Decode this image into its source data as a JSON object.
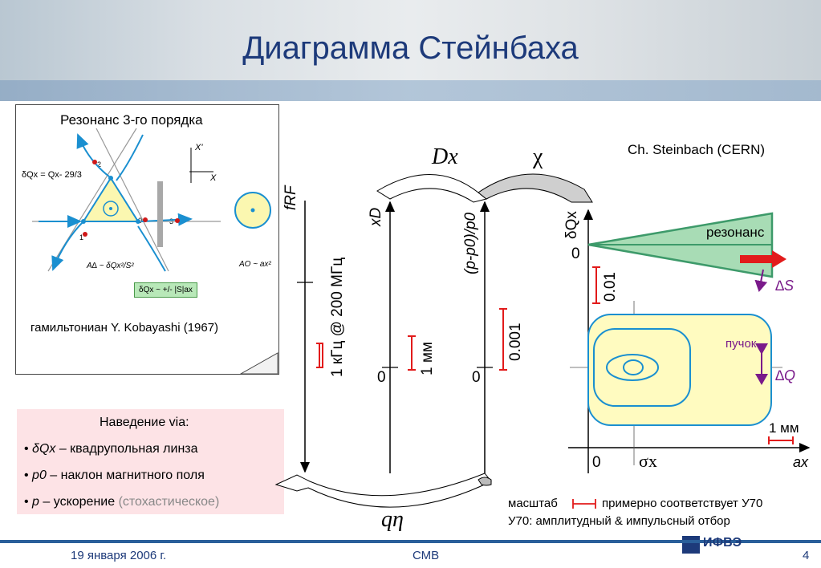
{
  "header": {
    "title": "Диаграмма Стейнбаха"
  },
  "inset": {
    "title": "Резонанс 3-го порядка",
    "eq_dq": "δQx = Qx- 29/3",
    "axis_xp": "X'",
    "axis_x": "X",
    "area_delta": "A∆ ~ δQx²/S²",
    "area_o": "AO ~ ax²",
    "box": "δQx ~ +/- |S|ax",
    "points": [
      "1",
      "2",
      "0",
      "3"
    ],
    "caption": "гамильтониан Y. Kobayashi (1967)"
  },
  "guidance": {
    "title": "Наведение via:",
    "items": [
      {
        "sym": "δQx",
        "text": " – квадрупольная линза"
      },
      {
        "sym": "p0",
        "text": "  – наклон магнитного поля"
      },
      {
        "sym": "p",
        "text": "    – ускорение ",
        "note": "(стохастическое)"
      }
    ]
  },
  "diagram": {
    "credit": "Ch. Steinbach (CERN)",
    "fRF": "fRF",
    "xD": "xD",
    "dp": "(p-p0)/p0",
    "dQx": "δQx",
    "Dx": "Dx",
    "chi": "χ",
    "qeta": "qη",
    "freq": "1 кГц @ 200 МГц",
    "mm1": "1 мм",
    "v001": "0.001",
    "v01": "0.01",
    "zero": "0",
    "resonance": "резонанс",
    "beam": "пучок",
    "dS": "∆S",
    "dQ": "∆Q",
    "sigma": "σx",
    "ax": "ax",
    "mm1b": "1 мм",
    "scale_pre": "масштаб",
    "scale_post": "примерно соответствует У70",
    "u70": "У70:  амплитудный & импульсный отбор"
  },
  "footer": {
    "date": "19 января 2006 г.",
    "center": "СМВ",
    "logo": "ИФВЭ",
    "page": "4"
  },
  "colors": {
    "title": "#1d3a7a",
    "green": "#3d9a6a",
    "fill_green": "#a8dcb5",
    "beam_fill": "#fffbc0",
    "beam_line": "#1a8fd0",
    "red": "#e21b1b",
    "purple": "#7a1a8a"
  }
}
